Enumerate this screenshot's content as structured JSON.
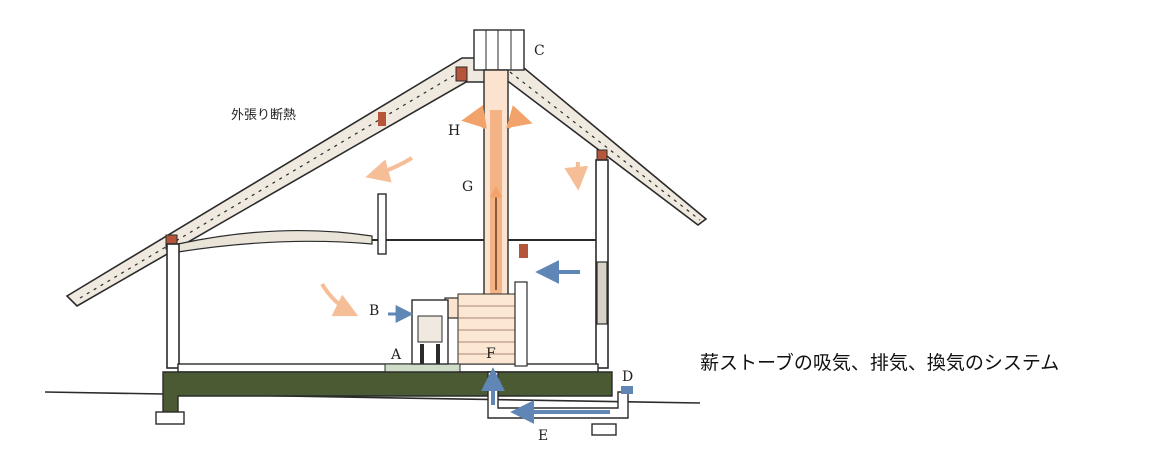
{
  "caption": "薪ストーブの吸気、排気、換気のシステム",
  "note": "外張り断熱",
  "labels": {
    "a": "A",
    "b": "B",
    "c": "C",
    "d": "D",
    "e": "E",
    "f": "F",
    "g": "G",
    "h": "H"
  },
  "colors": {
    "line": "#2b2b2b",
    "insulation": "#e9e3d8",
    "foundation": "#4a5a32",
    "warm_air": "#f2a36b",
    "cool_air": "#5f86b4",
    "stud": "#b5553a"
  }
}
